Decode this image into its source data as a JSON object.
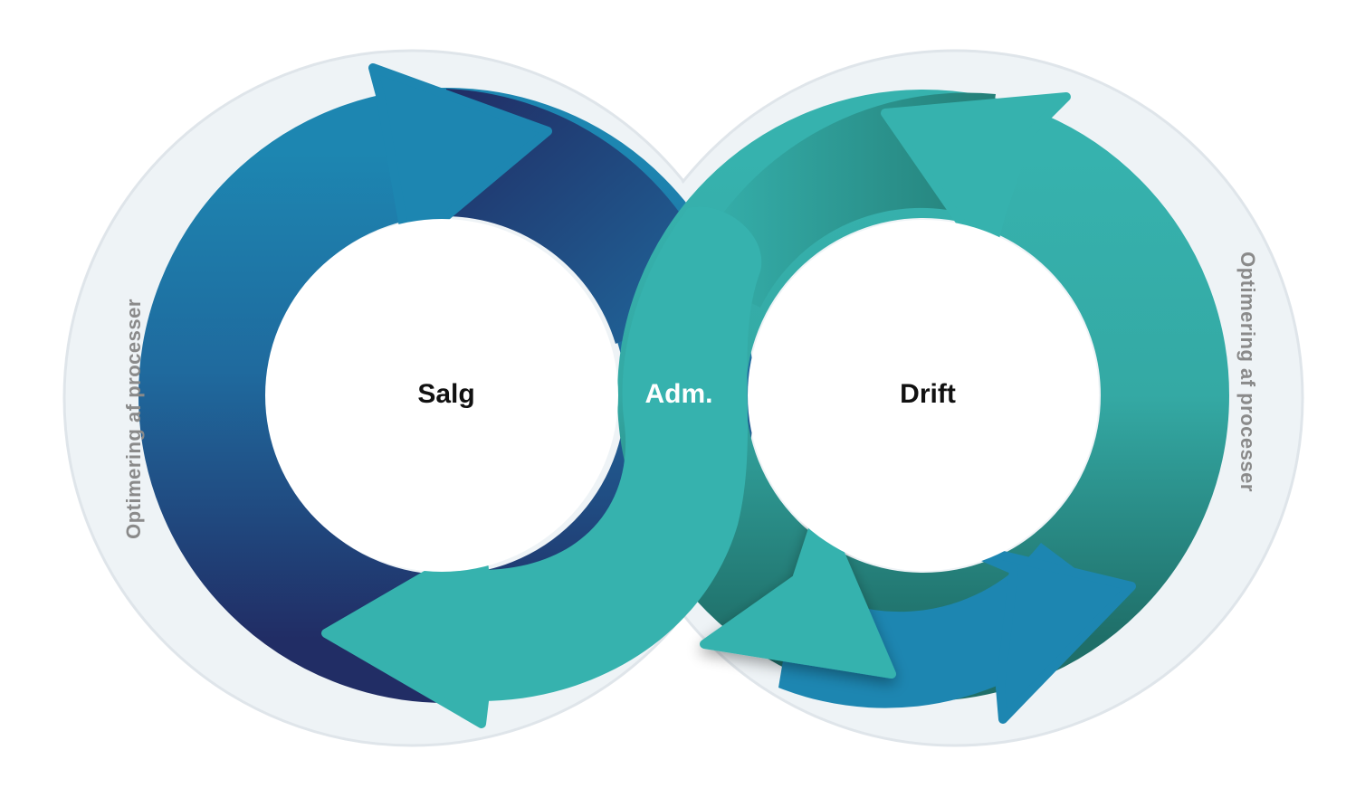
{
  "labels": {
    "left_center": "Salg",
    "middle": "Adm.",
    "right_center": "Drift",
    "left_side": "Optimering af processer",
    "right_side": "Optimering af processer"
  },
  "colors": {
    "halo_fill": "#eef3f6",
    "halo_stroke": "#dfe5ea",
    "navy_dark": "#212d65",
    "navy_mid": "#1f4c86",
    "blue": "#1d86b1",
    "teal": "#36b2ae",
    "teal_dark": "#247f78",
    "side_text": "#8a8a8a",
    "center_text": "#111111",
    "middle_text": "#ffffff"
  }
}
